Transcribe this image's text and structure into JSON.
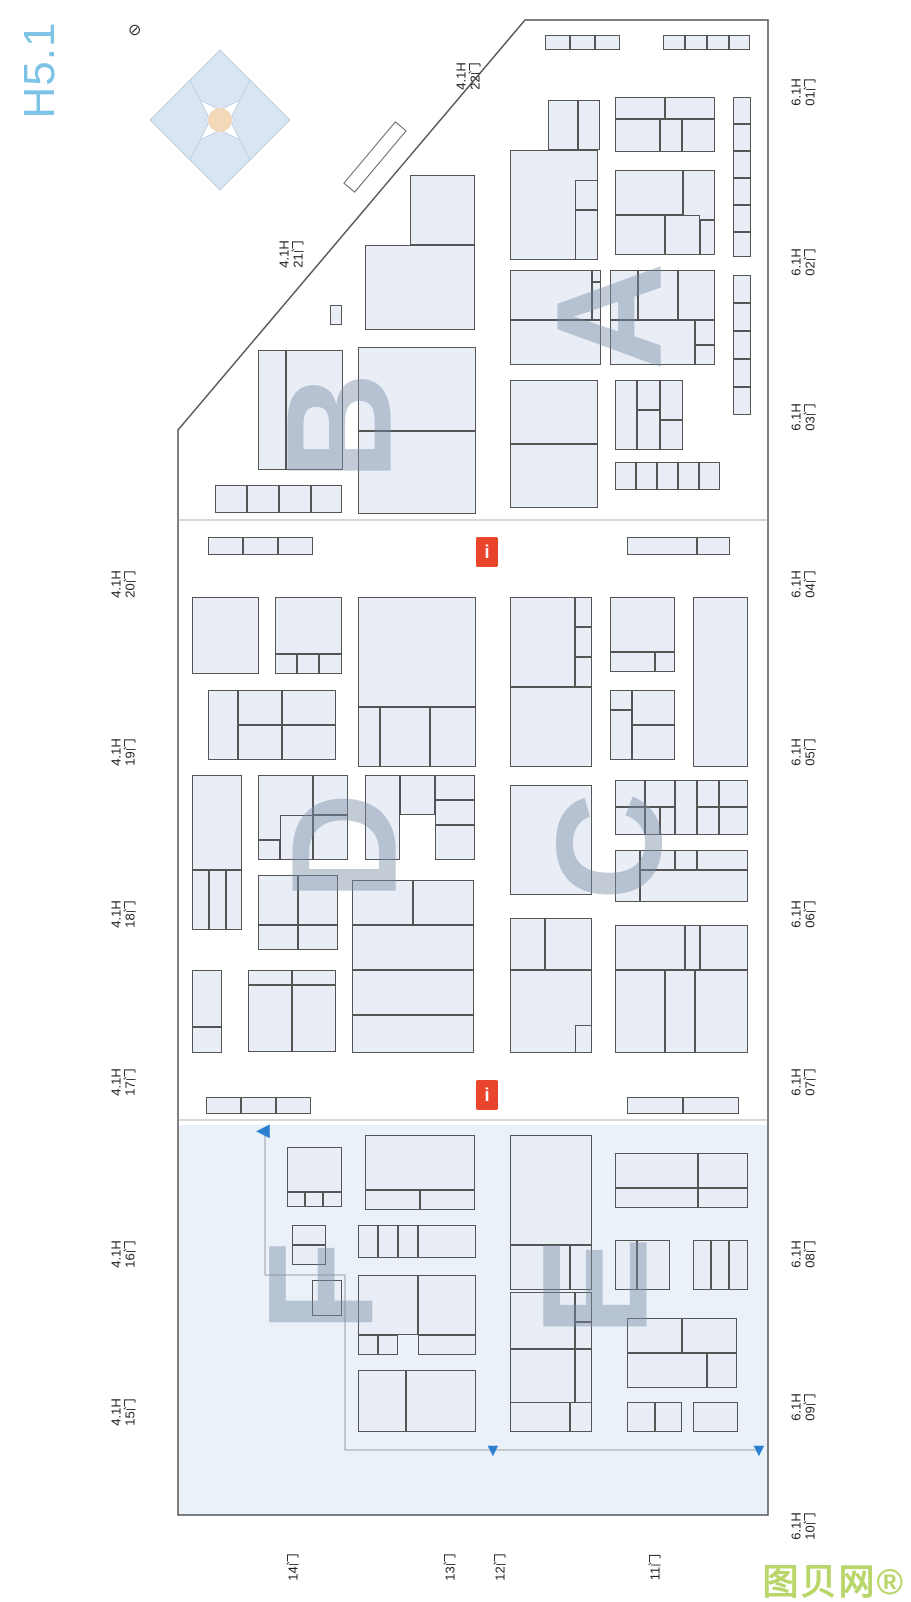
{
  "title": "H5.1",
  "zones": [
    "A",
    "B",
    "C",
    "D",
    "E",
    "F"
  ],
  "doors_left": [
    {
      "hall": "4.1H",
      "door": "22门"
    },
    {
      "hall": "4.1H",
      "door": "21门"
    },
    {
      "hall": "4.1H",
      "door": "20门"
    },
    {
      "hall": "4.1H",
      "door": "19门"
    },
    {
      "hall": "4.1H",
      "door": "18门"
    },
    {
      "hall": "4.1H",
      "door": "17门"
    },
    {
      "hall": "4.1H",
      "door": "16门"
    },
    {
      "hall": "4.1H",
      "door": "15门"
    }
  ],
  "doors_right": [
    {
      "hall": "6.1H",
      "door": "01门"
    },
    {
      "hall": "6.1H",
      "door": "02门"
    },
    {
      "hall": "6.1H",
      "door": "03门"
    },
    {
      "hall": "6.1H",
      "door": "04门"
    },
    {
      "hall": "6.1H",
      "door": "05门"
    },
    {
      "hall": "6.1H",
      "door": "06门"
    },
    {
      "hall": "6.1H",
      "door": "07门"
    },
    {
      "hall": "6.1H",
      "door": "08门"
    },
    {
      "hall": "6.1H",
      "door": "09门"
    },
    {
      "hall": "6.1H",
      "door": "10门"
    }
  ],
  "doors_bottom": [
    "14门",
    "13门",
    "12门",
    "11门"
  ],
  "info_icon": "i",
  "watermark": "图贝网®",
  "colors": {
    "title": "#7cc3e6",
    "booth": "#e9eef6",
    "zone_shade": "#eaf1f9",
    "info": "#e8452c",
    "arrow": "#2a7fd0"
  }
}
